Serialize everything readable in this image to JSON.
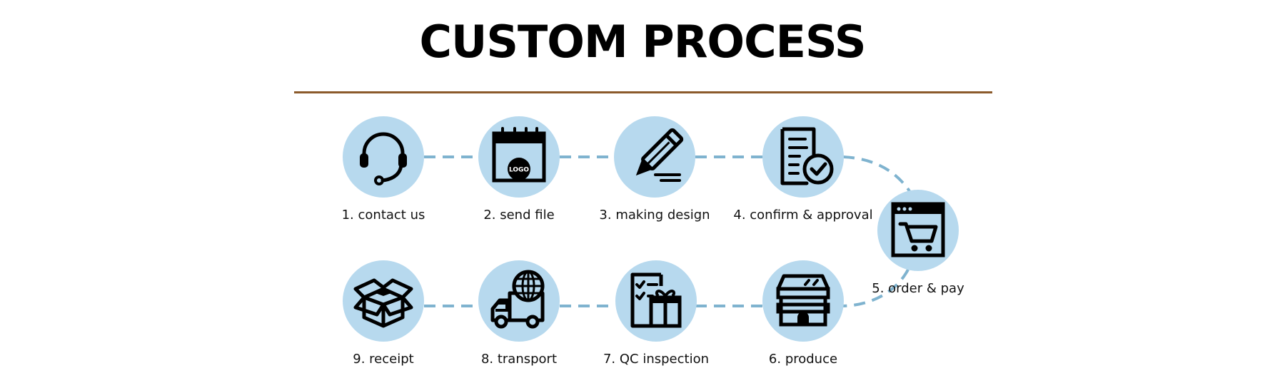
{
  "title": "CUSTOM PROCESS",
  "colors": {
    "circle_fill": "#b7d9ee",
    "connector": "#7fb3cf",
    "rule": "#8b5a2b",
    "icon": "#000000"
  },
  "steps": [
    {
      "label": "1. contact us",
      "icon": "headset-icon"
    },
    {
      "label": "2. send file",
      "icon": "calendar-logo-icon",
      "icon_text": "LOGO"
    },
    {
      "label": "3. making design",
      "icon": "pencil-icon"
    },
    {
      "label": "4. confirm & approval",
      "icon": "document-check-icon"
    },
    {
      "label": "5. order & pay",
      "icon": "shopping-cart-window-icon"
    },
    {
      "label": "6. produce",
      "icon": "factory-store-icon"
    },
    {
      "label": "7. QC inspection",
      "icon": "checklist-gift-icon"
    },
    {
      "label": "8. transport",
      "icon": "delivery-truck-globe-icon"
    },
    {
      "label": "9. receipt",
      "icon": "open-box-icon"
    }
  ]
}
